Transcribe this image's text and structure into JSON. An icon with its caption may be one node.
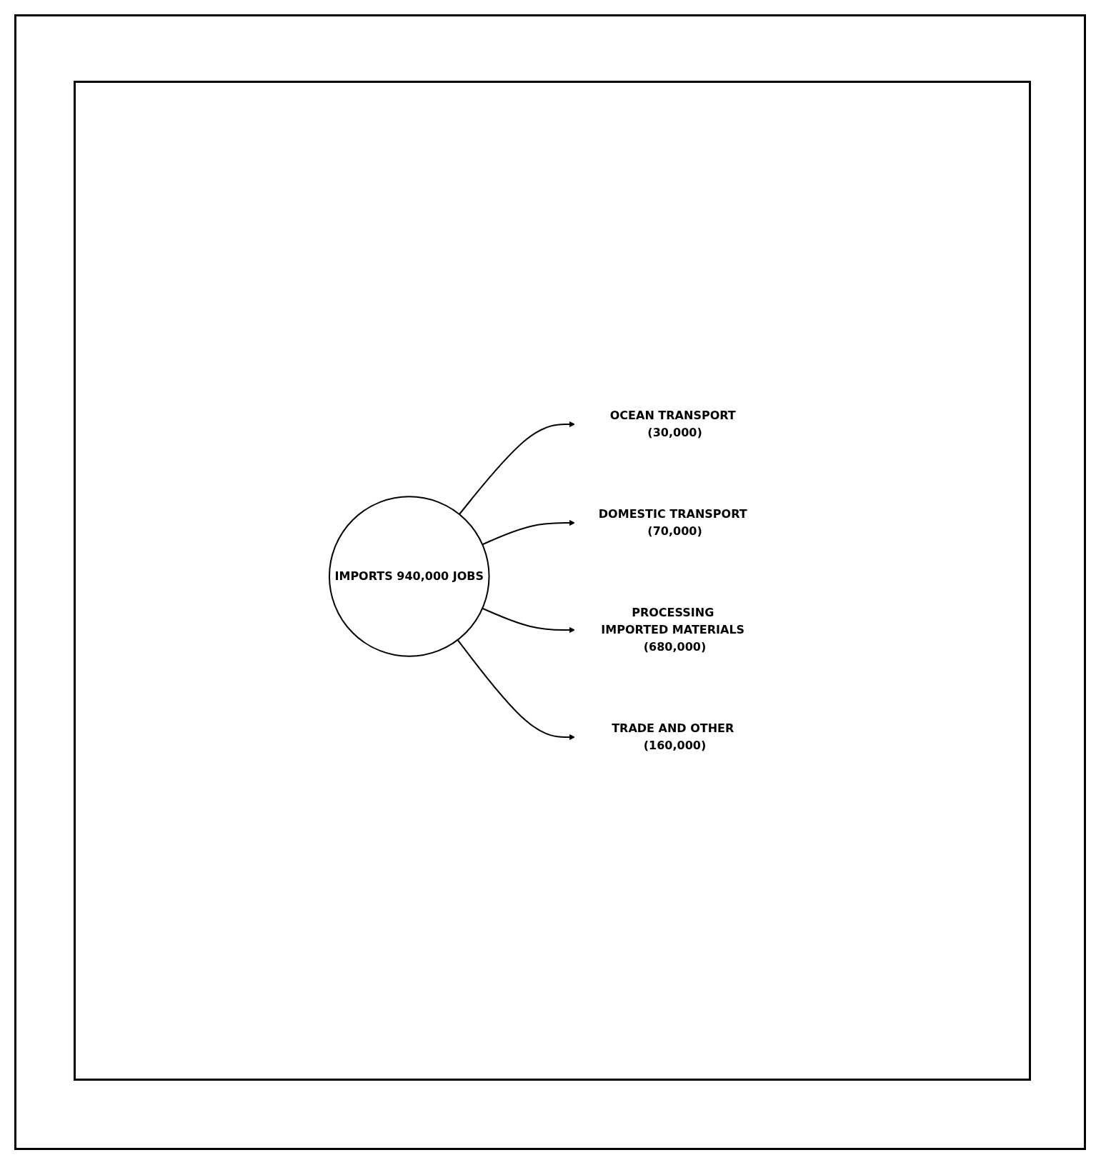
{
  "diagram": {
    "nodes": [
      {
        "text": [
          "OCEAN TRANSPORT (30,000)"
        ]
      },
      {
        "text": [
          "IMPORTS 940,000 JOBS"
        ]
      },
      {
        "text": [
          "DOMESTIC TRANSPORT (70,000)"
        ]
      },
      {
        "text": [
          "PROCESSING IMPORTED MATERIALS (680,000)"
        ]
      },
      {
        "text": [
          "TRADE AND OTHER (160,000)"
        ]
      }
    ],
    "edges": [
      {
        "from": 1,
        "to": 0,
        "arrow": "to"
      },
      {
        "from": 1,
        "to": 2,
        "arrow": "to"
      },
      {
        "from": 1,
        "to": 3,
        "arrow": "to"
      },
      {
        "from": 1,
        "to": 4,
        "arrow": "to"
      }
    ]
  }
}
